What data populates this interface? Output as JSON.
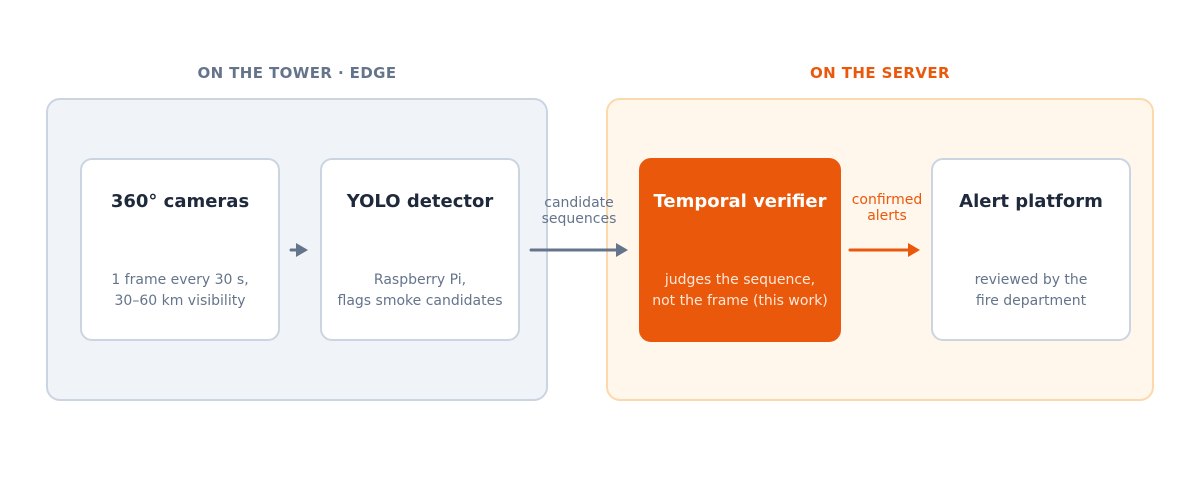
{
  "groups": {
    "edge": {
      "title": "ON THE TOWER  ·  EDGE"
    },
    "server": {
      "title": "ON THE SERVER"
    }
  },
  "nodes": {
    "cameras": {
      "title": "360° cameras",
      "subtitle": "1 frame every 30 s,\n30–60 km visibility"
    },
    "yolo": {
      "title": "YOLO detector",
      "subtitle": "Raspberry Pi,\nflags smoke candidates"
    },
    "verifier": {
      "title": "Temporal verifier",
      "subtitle": "judges the sequence,\nnot the frame  (this work)"
    },
    "alert": {
      "title": "Alert platform",
      "subtitle": "reviewed by the\nfire department"
    }
  },
  "edges": {
    "candidate": {
      "label": "candidate\nsequences"
    },
    "confirmed": {
      "label": "confirmed\nalerts"
    }
  },
  "colors": {
    "accent": "#ea580c",
    "neutral": "#64748b",
    "dark_text": "#1e293b",
    "border": "#cbd5e1"
  }
}
